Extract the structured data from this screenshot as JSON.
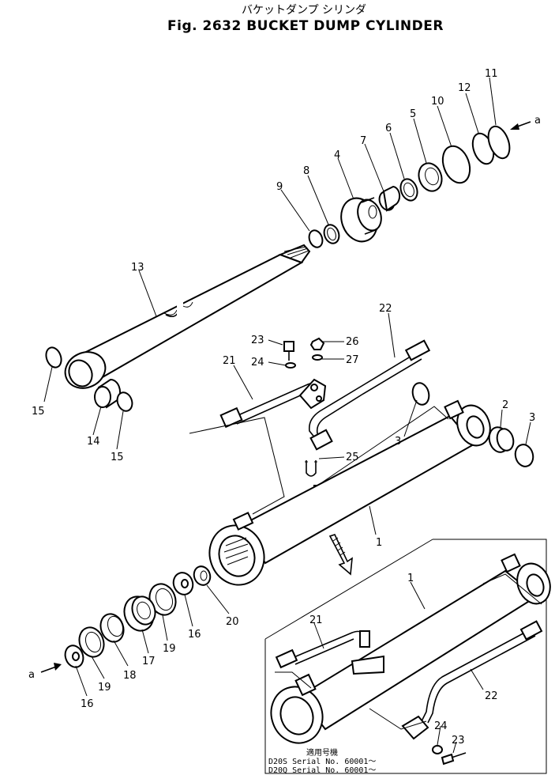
{
  "header": {
    "japanese_title": "バケットダンプ シリンダ",
    "figure_title": "Fig. 2632 BUCKET DUMP CYLINDER"
  },
  "callouts": {
    "n1": "1",
    "n2": "2",
    "n3": "3",
    "n4": "4",
    "n5": "5",
    "n6": "6",
    "n7": "7",
    "n8": "8",
    "n9": "9",
    "n10": "10",
    "n11": "11",
    "n12": "12",
    "n13": "13",
    "n14": "14",
    "n15": "15",
    "n16": "16",
    "n17": "17",
    "n18": "18",
    "n19": "19",
    "n20": "20",
    "n21": "21",
    "n22": "22",
    "n23": "23",
    "n24": "24",
    "n25": "25",
    "n26": "26",
    "n27": "27",
    "a": "a"
  },
  "inset": {
    "label_1": "1",
    "label_21": "21",
    "label_22": "22",
    "label_23": "23",
    "label_24": "24",
    "applicability_title": "適用号機",
    "serial_line_1": "D20S  Serial  No. 60001～",
    "serial_line_2": "D20Q  Serial  No. 60001～"
  }
}
